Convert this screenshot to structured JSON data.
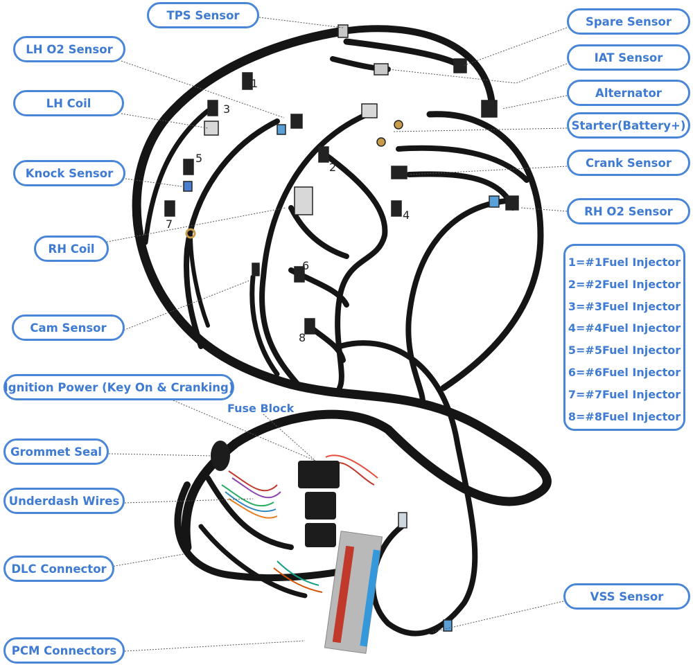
{
  "labels": {
    "tps_sensor": "TPS Sensor",
    "lh_o2_sensor": "LH O2 Sensor",
    "lh_coil": "LH Coil",
    "knock_sensor": "Knock Sensor",
    "rh_coil": "RH Coil",
    "cam_sensor": "Cam Sensor",
    "ignition_power": "Ignition Power (Key On & Cranking)",
    "fuse_block": "Fuse Block",
    "grommet_seal": "Grommet Seal",
    "underdash_wires": "Underdash Wires",
    "dlc_connector": "DLC Connector",
    "pcm_connectors": "PCM Connectors",
    "spare_sensor": "Spare Sensor",
    "iat_sensor": "IAT Sensor",
    "alternator": "Alternator",
    "starter": "Starter(Battery+)",
    "crank_sensor": "Crank Sensor",
    "rh_o2_sensor": "RH O2 Sensor",
    "vss_sensor": "VSS Sensor"
  },
  "injector_legend": [
    "1=#1Fuel Injector",
    "2=#2Fuel Injector",
    "3=#3Fuel Injector",
    "4=#4Fuel Injector",
    "5=#5Fuel Injector",
    "6=#6Fuel Injector",
    "7=#7Fuel Injector",
    "8=#8Fuel Injector"
  ],
  "injector_numbers": [
    "1",
    "2",
    "3",
    "4",
    "5",
    "6",
    "7",
    "8"
  ],
  "colors": {
    "accent": "#4a86d8",
    "harness": "#151515"
  }
}
